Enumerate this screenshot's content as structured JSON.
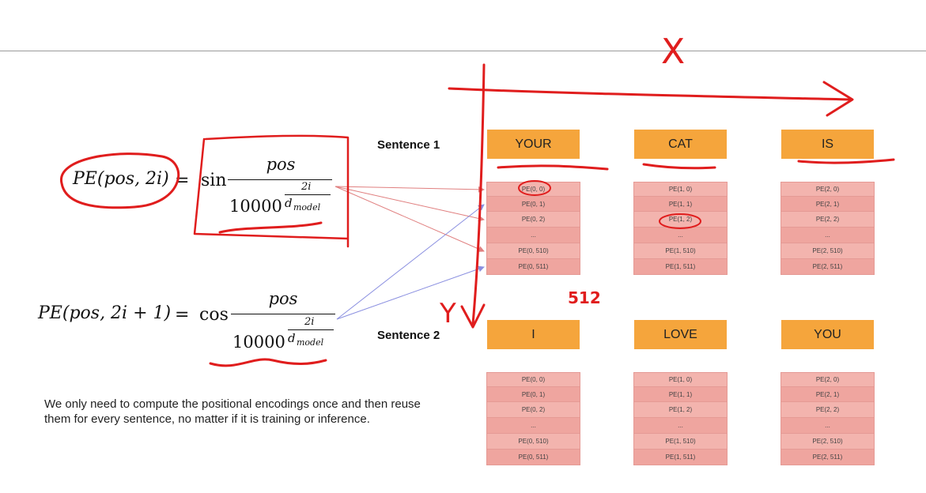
{
  "formula_sin": {
    "lhs": "PE(pos, 2i)",
    "eq": "=",
    "fn": "sin",
    "numerator": "pos",
    "denominator_base": "10000",
    "exponent_numerator": "2i",
    "exponent_denominator": "d",
    "exponent_subscript": "model"
  },
  "formula_cos": {
    "lhs": "PE(pos, 2i + 1)",
    "eq": "=",
    "fn": "cos",
    "numerator": "pos",
    "denominator_base": "10000",
    "exponent_numerator": "2i",
    "exponent_denominator": "d",
    "exponent_subscript": "model"
  },
  "sentences": [
    {
      "label": "Sentence 1",
      "words": [
        {
          "word": "YOUR",
          "cells": [
            "PE(0, 0)",
            "PE(0, 1)",
            "PE(0, 2)",
            "...",
            "PE(0, 510)",
            "PE(0, 511)"
          ]
        },
        {
          "word": "CAT",
          "cells": [
            "PE(1, 0)",
            "PE(1, 1)",
            "PE(1, 2)",
            "...",
            "PE(1, 510)",
            "PE(1, 511)"
          ]
        },
        {
          "word": "IS",
          "cells": [
            "PE(2, 0)",
            "PE(2, 1)",
            "PE(2, 2)",
            "...",
            "PE(2, 510)",
            "PE(2, 511)"
          ]
        }
      ]
    },
    {
      "label": "Sentence 2",
      "words": [
        {
          "word": "I",
          "cells": [
            "PE(0, 0)",
            "PE(0, 1)",
            "PE(0, 2)",
            "...",
            "PE(0, 510)",
            "PE(0, 511)"
          ]
        },
        {
          "word": "LOVE",
          "cells": [
            "PE(1, 0)",
            "PE(1, 1)",
            "PE(1, 2)",
            "...",
            "PE(1, 510)",
            "PE(1, 511)"
          ]
        },
        {
          "word": "YOU",
          "cells": [
            "PE(2, 0)",
            "PE(2, 1)",
            "PE(2, 2)",
            "...",
            "PE(2, 510)",
            "PE(2, 511)"
          ]
        }
      ]
    }
  ],
  "note": "We only need to compute the positional encodings once and then reuse them for every sentence, no matter if it is training or inference.",
  "annotations": {
    "x_axis": "X",
    "y_axis": "Y",
    "dimension": "512"
  },
  "colors": {
    "word_box": "#f5a53c",
    "pe_cell": "#f3b4ae",
    "ink_red": "#e01d1d",
    "sin_arrow": "#e07f7f",
    "cos_arrow": "#8a8fe0"
  }
}
